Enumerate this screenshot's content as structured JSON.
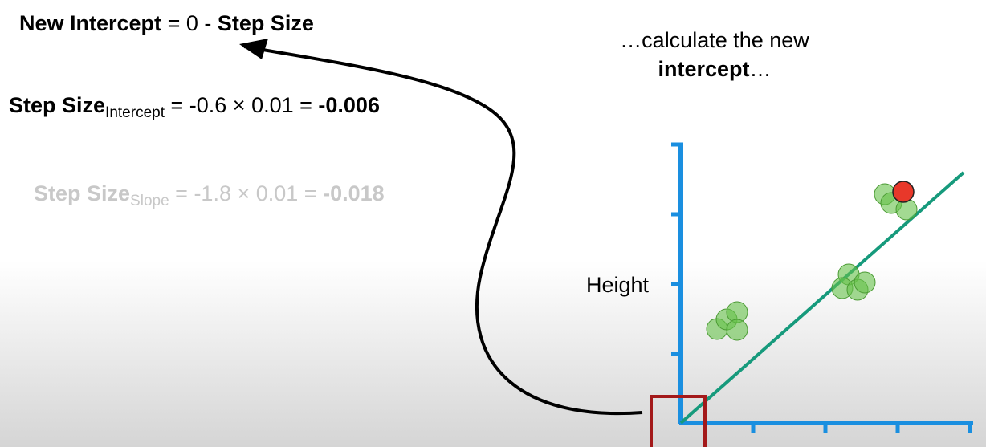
{
  "equations": {
    "new_intercept": {
      "lhs": "New Intercept",
      "op": "= 0 -",
      "rhs": "Step Size"
    },
    "step_intercept": {
      "label": "Step Size",
      "sub": "Intercept",
      "expr": "= -0.6 × 0.01 =",
      "result": "-0.006"
    },
    "step_slope": {
      "label": "Step Size",
      "sub": "Slope",
      "expr": "= -1.8 × 0.01 =",
      "result": "-0.018"
    }
  },
  "caption": {
    "line1": "…calculate the new",
    "line2_bold": "intercept",
    "line2_tail": "…"
  },
  "plot": {
    "y_label": "Height",
    "colors": {
      "axis": "#1a8fe0",
      "fit_line": "#169a7c",
      "point_green": "#66c24a",
      "point_red": "#e8382a",
      "highlight_box": "#a3191a",
      "arrow": "#000000"
    }
  }
}
